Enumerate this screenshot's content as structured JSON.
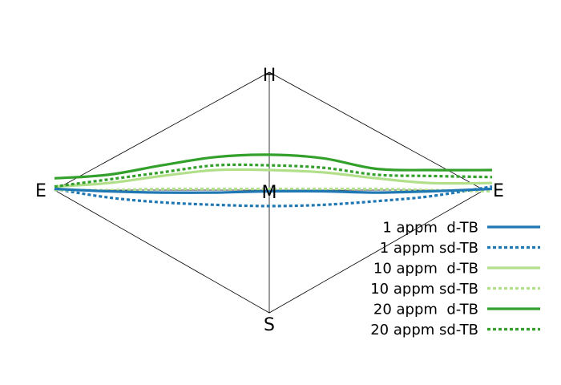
{
  "chart_data": {
    "type": "line",
    "vertices": {
      "top": "H",
      "left": "E",
      "right": "E",
      "bottom": "S",
      "center": "M"
    },
    "x_range": [
      -1,
      1
    ],
    "y_range": [
      -1,
      1
    ],
    "legend_position": "bottom-right",
    "grid": false,
    "series": [
      {
        "name": "1 appm  d-TB",
        "color": "#1f78b4",
        "dash": "solid",
        "x": [
          -1.0,
          -0.75,
          -0.5,
          -0.25,
          0.0,
          0.25,
          0.5,
          0.75,
          1.0
        ],
        "y": [
          0.01,
          -0.01,
          -0.02,
          -0.02,
          -0.01,
          -0.01,
          -0.02,
          -0.01,
          0.01
        ]
      },
      {
        "name": "1 appm sd-TB",
        "color": "#1f78b4",
        "dash": "dotted",
        "x": [
          -1.0,
          -0.75,
          -0.5,
          -0.25,
          0.0,
          0.25,
          0.5,
          0.75,
          1.0
        ],
        "y": [
          0.01,
          -0.06,
          -0.1,
          -0.12,
          -0.13,
          -0.12,
          -0.09,
          -0.05,
          0.03
        ]
      },
      {
        "name": "10 appm  d-TB",
        "color": "#b2df8a",
        "dash": "solid",
        "x": [
          -1.0,
          -0.75,
          -0.5,
          -0.25,
          0.0,
          0.25,
          0.5,
          0.75,
          1.0
        ],
        "y": [
          0.03,
          0.06,
          0.12,
          0.17,
          0.17,
          0.15,
          0.1,
          0.06,
          0.06
        ]
      },
      {
        "name": "10 appm sd-TB",
        "color": "#b2df8a",
        "dash": "dotted",
        "x": [
          -1.0,
          -0.75,
          -0.5,
          -0.25,
          0.0,
          0.25,
          0.5,
          0.75,
          1.0
        ],
        "y": [
          0.0,
          0.0,
          0.01,
          0.01,
          0.01,
          0.01,
          0.01,
          0.0,
          -0.01
        ]
      },
      {
        "name": "20 appm  d-TB",
        "color": "#33a02c",
        "dash": "solid",
        "x": [
          -1.0,
          -0.75,
          -0.5,
          -0.25,
          0.0,
          0.25,
          0.5,
          0.75,
          1.0
        ],
        "y": [
          0.1,
          0.13,
          0.21,
          0.28,
          0.3,
          0.27,
          0.18,
          0.17,
          0.17
        ]
      },
      {
        "name": "20 appm sd-TB",
        "color": "#33a02c",
        "dash": "dotted",
        "x": [
          -1.0,
          -0.75,
          -0.5,
          -0.25,
          0.0,
          0.25,
          0.5,
          0.75,
          1.0
        ],
        "y": [
          0.03,
          0.09,
          0.15,
          0.21,
          0.21,
          0.19,
          0.13,
          0.12,
          0.11
        ]
      }
    ]
  }
}
